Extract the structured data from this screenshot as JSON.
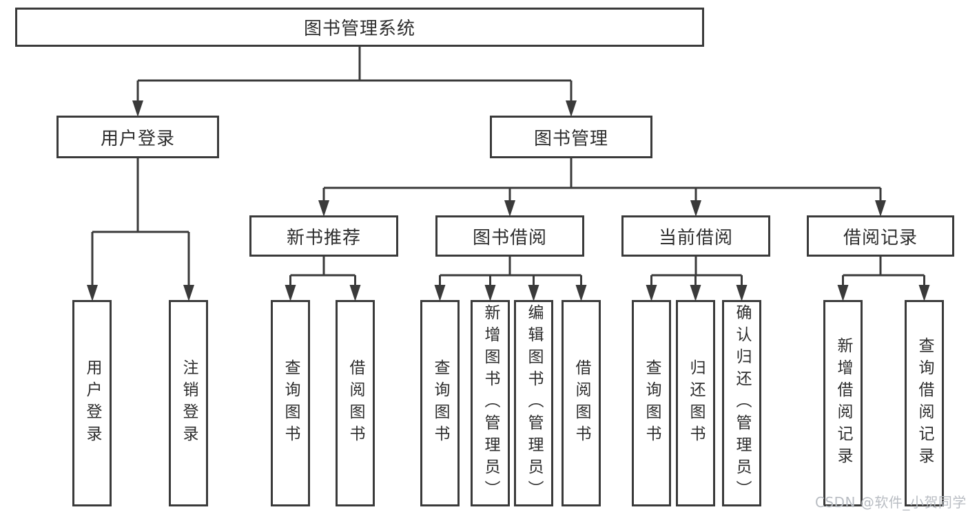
{
  "diagram": {
    "root": {
      "label": "图书管理系统"
    },
    "branches": [
      {
        "label": "用户登录",
        "children": [
          {
            "label": "用户登录"
          },
          {
            "label": "注销登录"
          }
        ]
      },
      {
        "label": "图书管理",
        "children": [
          {
            "label": "新书推荐",
            "children": [
              {
                "label": "查询图书"
              },
              {
                "label": "借阅图书"
              }
            ]
          },
          {
            "label": "图书借阅",
            "children": [
              {
                "label": "查询图书"
              },
              {
                "label": "新增图书（管理员）"
              },
              {
                "label": "编辑图书（管理员）"
              },
              {
                "label": "借阅图书"
              }
            ]
          },
          {
            "label": "当前借阅",
            "children": [
              {
                "label": "查询图书"
              },
              {
                "label": "归还图书"
              },
              {
                "label": "确认归还（管理员）"
              }
            ]
          },
          {
            "label": "借阅记录",
            "children": [
              {
                "label": "新增借阅记录"
              },
              {
                "label": "查询借阅记录"
              }
            ]
          }
        ]
      }
    ]
  },
  "watermark": {
    "text": "CSDN @软件_小贺同学"
  },
  "colors": {
    "line": "#3a3a3a",
    "box_border": "#3a3a3a",
    "text": "#2d2d2d",
    "watermark": "#b9bdc3",
    "background": "#ffffff"
  }
}
